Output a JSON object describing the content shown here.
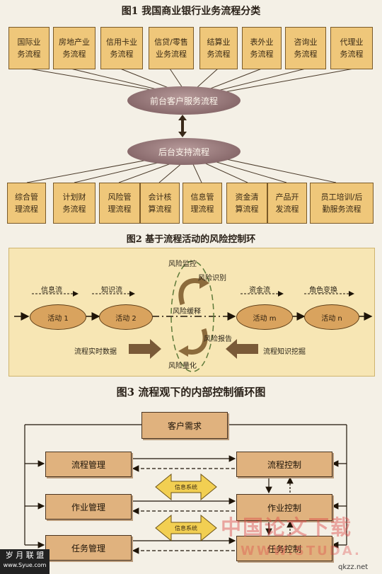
{
  "fig1": {
    "title": "图1  我国商业银行业务流程分类",
    "top_boxes": [
      "国际业\n务流程",
      "房地产业\n务流程",
      "信用卡业\n务流程",
      "信贷/零售\n业务流程",
      "结算业\n务流程",
      "表外业\n务流程",
      "咨询业\n务流程",
      "代理业\n务流程"
    ],
    "front_process": "前台客户服务流程",
    "back_process": "后台支持流程",
    "bottom_boxes": [
      "综合管\n理流程",
      "计划财\n务流程",
      "风险管\n理流程",
      "会计核\n算流程",
      "信息管\n理流程",
      "资金清\n算流程",
      "产品开\n发流程",
      "员工培训/后\n勤服务流程"
    ]
  },
  "fig2": {
    "title": "图2  基于流程活动的风险控制环",
    "activities": [
      "活动 1",
      "活动 2",
      "活动 m",
      "活动 n"
    ],
    "flows": [
      "信息流",
      "知识流",
      "资金流",
      "角色变换"
    ],
    "risk_labels": {
      "monitor": "风险监控",
      "identify": "风险识别",
      "mitigate": "风险缓释",
      "report": "风险报告",
      "quantify": "风险量化"
    },
    "left_input": "流程实时数据",
    "right_input": "流程知识挖掘"
  },
  "fig3": {
    "title": "图3  流程观下的内部控制循环图",
    "top": "客户需求",
    "left": [
      "流程管理",
      "作业管理",
      "任务管理"
    ],
    "right": [
      "流程控制",
      "作业控制",
      "任务控制"
    ],
    "info_system": "信息系统"
  },
  "watermarks": {
    "left": "岁 月 联 盟",
    "left_url": "www.Syue.com",
    "right": "中国论文下载",
    "right_url": "WWW.STUDA.",
    "right_domain": "qkzz.net"
  }
}
